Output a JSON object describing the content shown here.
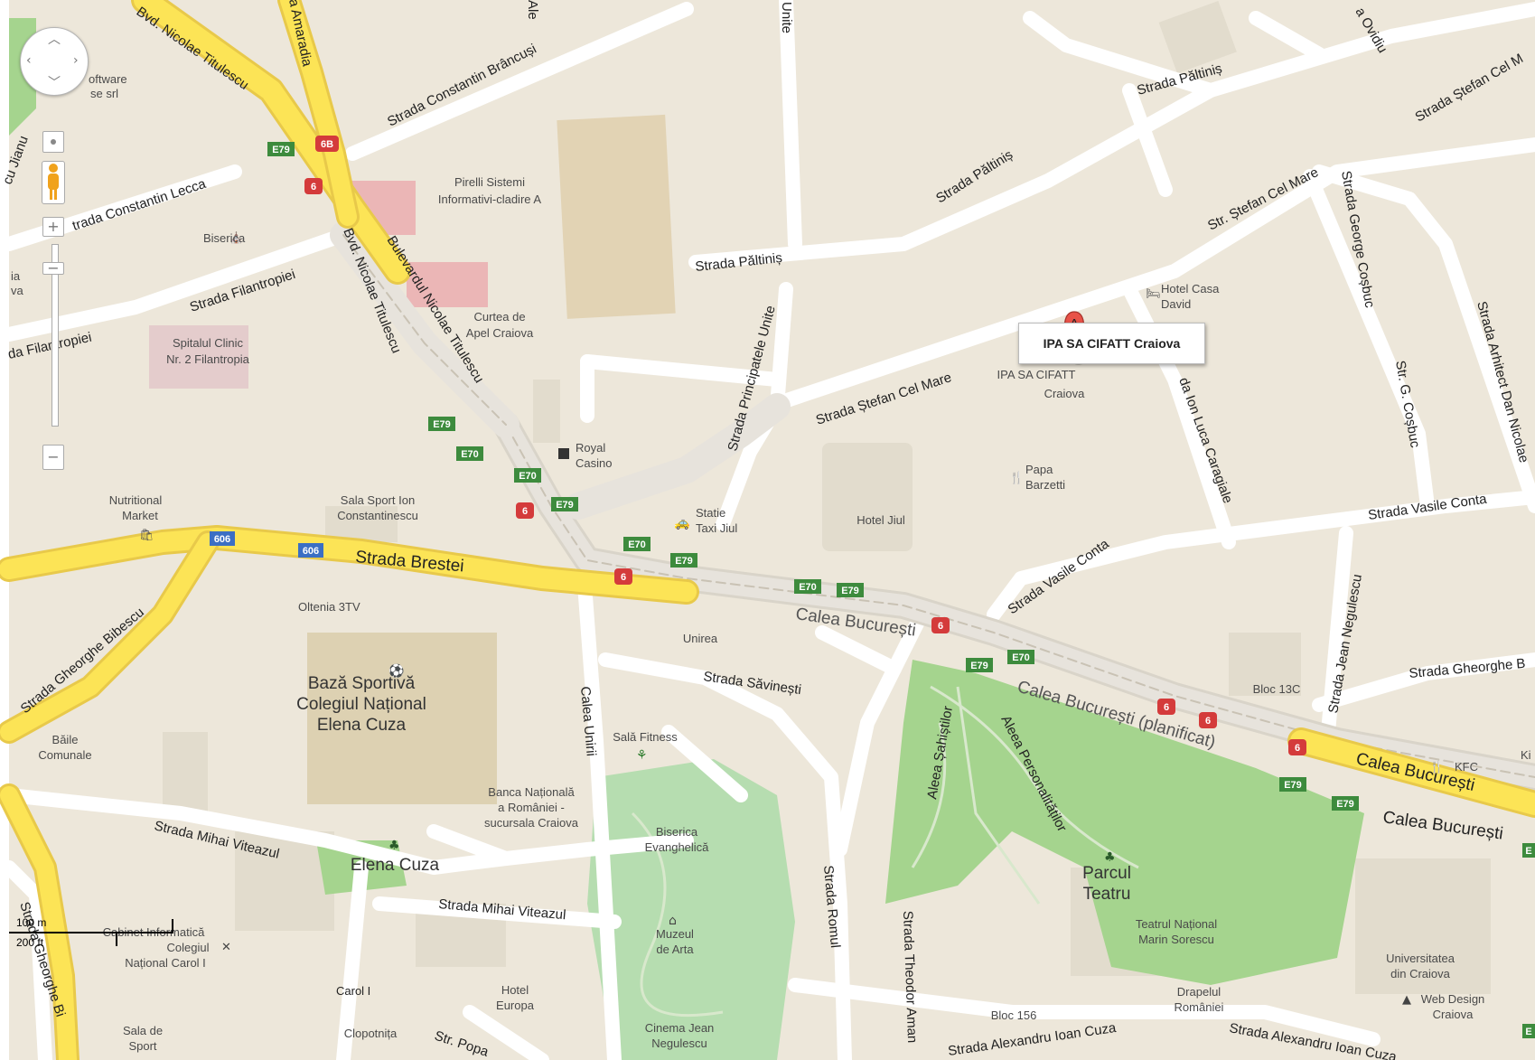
{
  "map": {
    "colors": {
      "land": "#ede7da",
      "road": "#ffffff",
      "highway": "#fce456",
      "park": "#a5d48e",
      "building": "#e2dccd",
      "pink": "#ebb6b6"
    },
    "road_labels": {
      "nicolae_titulescu_top": "Bvd. Nicolae Titulescu",
      "amaradia": "a Amaradia",
      "alexandru_top": "Ale",
      "unite_top": "Unite",
      "ovidiu": "a Ovidiu",
      "stefan_cel_mare_tr": "Strada Ștefan Cel M",
      "paltinis_top": "Strada Păltiniș",
      "paltinis_mid": "Strada Păltiniș",
      "brancusi": "Strada Constantin Brâncuși",
      "jianu": "cu Jianu",
      "lecca": "trada Constantin Lecca",
      "filantropiei_a": "Strada Filantropiei",
      "filantropiei_b": "da Filantropiei",
      "titulescu_left": "Bvd. Nicolae Titulescu",
      "titulescu_bulevard": "Bulevardul Nicolae Titulescu",
      "paltinis_low": "Strada Păltiniș",
      "principatele": "Strada Principatele Unite",
      "stefan_main": "Strada Ștefan Cel Mare",
      "str_stefan": "Str. Ștefan Cel Mare",
      "george_cosbuc": "Strada George Coșbuc",
      "g_cosbuc": "Str. G. Coșbuc",
      "arhitect": "Strada Arhitect Dan Nicolae",
      "ion_luca": "da Ion Luca Caragiale",
      "vasile_conta_right": "Strada Vasile Conta",
      "vasile_conta_mid": "Strada Vasile Conta",
      "brestei": "Strada Brestei",
      "bibescu": "Strada Gheorghe Bibescu",
      "calea_bucuresti_mid": "Calea București",
      "calea_planificat": "Calea București (planificat)",
      "calea_bucuresti_r1": "Calea București",
      "calea_bucuresti_r2": "Calea București",
      "jean_negulescu": "Strada Jean Negulescu",
      "gheorghe_right": "Strada Gheorghe B",
      "savinesti": "Strada Săvinești",
      "calea_unirii": "Calea Unirii",
      "sahistilor": "Aleea Șahiștilor",
      "personalitatilor": "Aleea Personalităților",
      "mihai_viteazul_a": "Strada Mihai Viteazul",
      "mihai_viteazul_b": "Strada Mihai Viteazul",
      "romul": "Strada Romul",
      "theodor_aman": "Strada Theodor Aman",
      "gheorghe_left": "Strada Gheorghe Bi",
      "alexandru_ioan_cuza_a": "Strada Alexandru Ioan Cuza",
      "alexandru_ioan_cuza_b": "Strada Alexandru Ioan Cuza",
      "str_popa": "Str. Popa"
    },
    "shields": {
      "e79": "E79",
      "e70": "E70",
      "n6": "6",
      "n6b": "6B",
      "n606": "606",
      "e_short": "E"
    },
    "pois": {
      "software": "oftware",
      "software2": "se srl",
      "pirelli1": "Pirelli Sistemi",
      "pirelli2": "Informativi-cladire A",
      "biserica": "Biserica",
      "curtea1": "Curtea de",
      "curtea2": "Apel Craiova",
      "spital1": "Spitalul Clinic",
      "spital2": "Nr. 2 Filantropia",
      "ia": "ia",
      "va": "va",
      "royal1": "Royal",
      "royal2": "Casino",
      "hotel_casa1": "Hotel Casa",
      "hotel_casa2": "David",
      "ipa1": "IPA SA CIFATT",
      "ipa2": "Craiova",
      "papa1": "Papa",
      "papa2": "Barzetti",
      "nutritional1": "Nutritional",
      "nutritional2": "Market",
      "sala_sport1": "Sala Sport Ion",
      "sala_sport2": "Constantinescu",
      "statie1": "Statie",
      "statie2": "Taxi Jiul",
      "hotel_jiul": "Hotel Jiul",
      "oltenia": "Oltenia 3TV",
      "unirea": "Unirea",
      "baza1": "Bază Sportivă",
      "baza2": "Colegiul Național",
      "baza3": "Elena Cuza",
      "baile1": "Băile",
      "baile2": "Comunale",
      "sala_fitness": "Sală Fitness",
      "banca1": "Banca Națională",
      "banca2": "a României -",
      "banca3": "sucursala Craiova",
      "biserica_ev1": "Biserica",
      "biserica_ev2": "Evanghelică",
      "elena_cuza": "Elena Cuza",
      "cabinet1": "Cabinet Informatică",
      "cabinet2": "Colegiul",
      "cabinet3": "Național Carol I",
      "carol": "Carol I",
      "hotel_europa1": "Hotel",
      "hotel_europa2": "Europa",
      "muzeul1": "Muzeul",
      "muzeul2": "de Arta",
      "parcul1": "Parcul",
      "parcul2": "Teatru",
      "teatrul1": "Teatrul Național",
      "teatrul2": "Marin Sorescu",
      "bloc13c": "Bloc 13C",
      "kfc": "KFC",
      "ki": "Ki",
      "universitatea1": "Universitatea",
      "universitatea2": "din Craiova",
      "web1": "Web Design",
      "web2": "Craiova",
      "drapelul1": "Drapelul",
      "drapelul2": "României",
      "bloc156": "Bloc 156",
      "sala_sport_b1": "Sala de",
      "sala_sport_b2": "Sport",
      "clopotnita": "Clopotnița",
      "cinema1": "Cinema Jean",
      "cinema2": "Negulescu"
    },
    "marker": {
      "letter": "A",
      "label": "IPA SA CIFATT Craiova"
    },
    "controls": {
      "zoom_in": "+",
      "zoom_out": "−",
      "zoom_bottom": "−"
    },
    "scale": {
      "metric": "100 m",
      "imperial": "200 ft"
    }
  }
}
